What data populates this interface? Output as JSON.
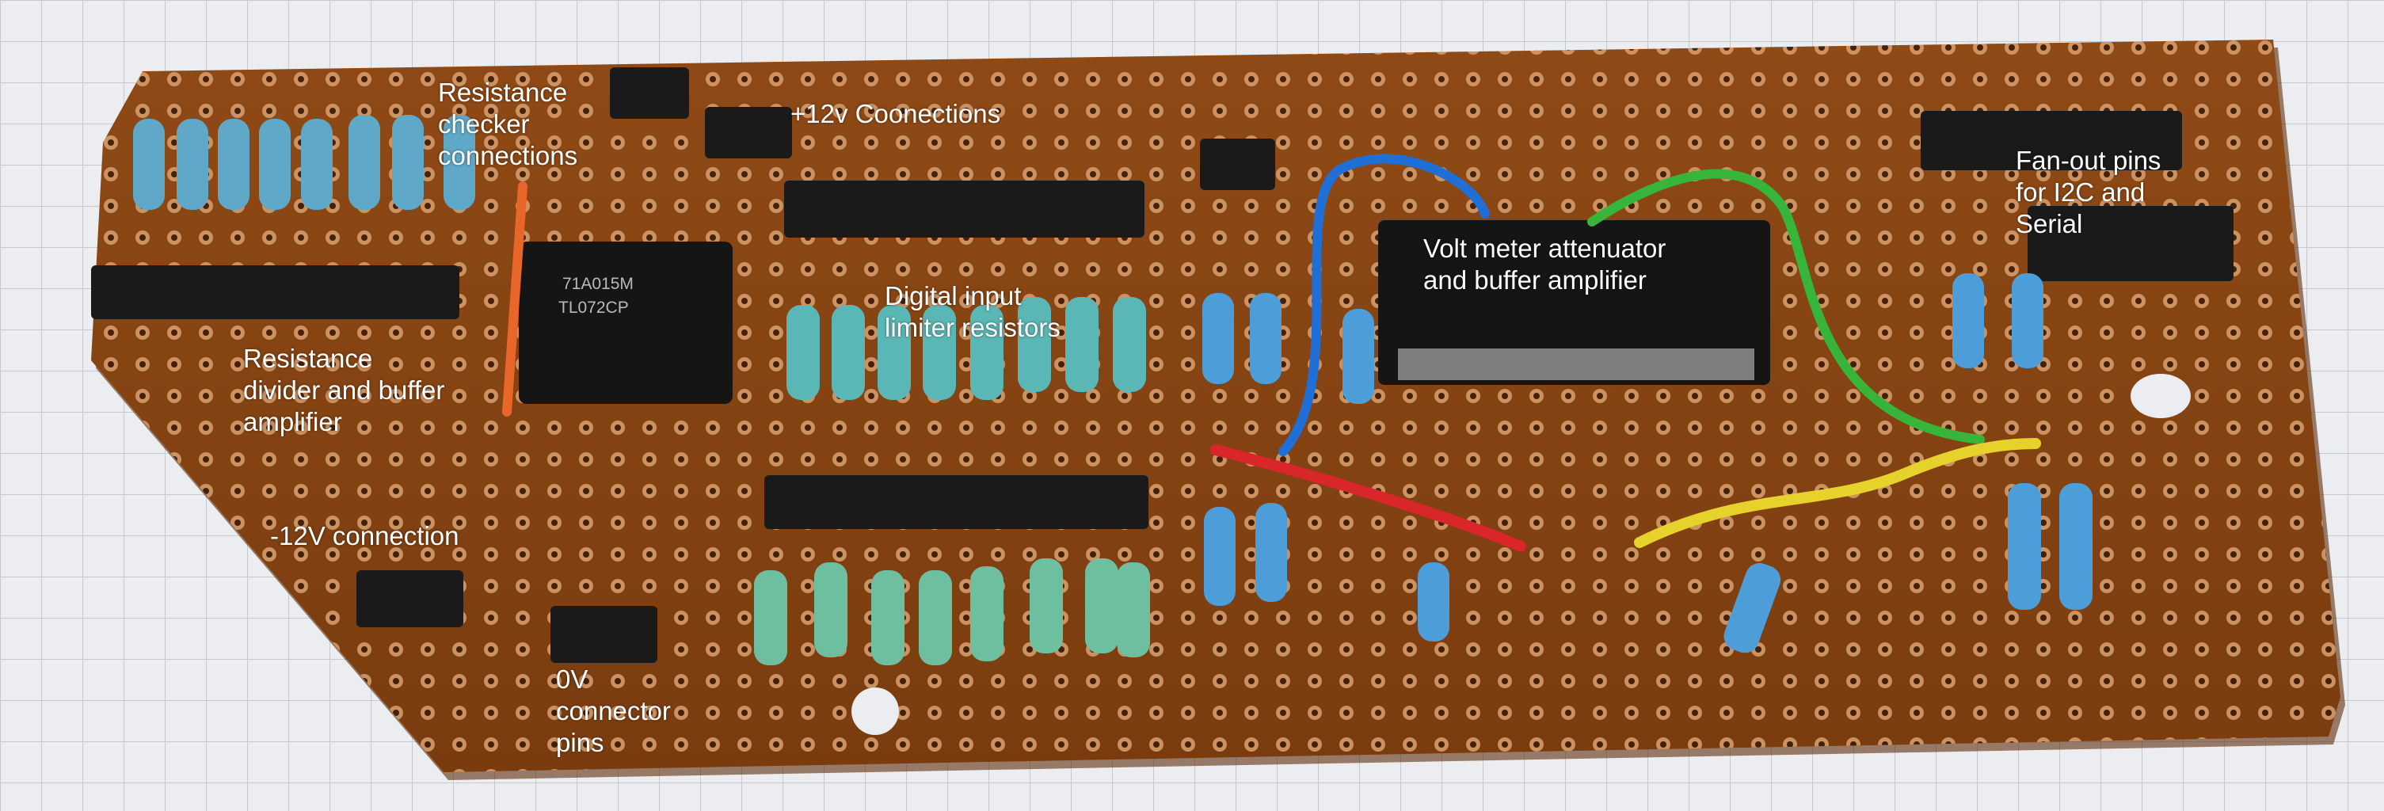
{
  "photo": {
    "subject": "perfboard",
    "colors": {
      "board": "#8a4513",
      "board_dark": "#5e2c0b",
      "background_paper": "#ecedf0",
      "grid_line": "#c8c9cd",
      "label_text": "#ffffff",
      "wire_blue": "#1f6fd6",
      "wire_green": "#37b43a",
      "wire_red": "#d8262a",
      "wire_yellow": "#e6d22a",
      "wire_orange": "#e8662a",
      "resistor_body": "#5fa8c8",
      "ic_body": "#151515"
    }
  },
  "chips": {
    "tl072": {
      "line1": "71A015M",
      "line2": "TL072CP"
    }
  },
  "labels": {
    "resistance_checker": {
      "line1": "Resistance",
      "line2": "checker",
      "line3": "connections"
    },
    "plus12v": {
      "line1": "+12v Coonections"
    },
    "fanout": {
      "line1": "Fan-out pins",
      "line2": "for I2C and",
      "line3": "Serial"
    },
    "voltmeter": {
      "line1": "Volt meter attenuator",
      "line2": "and buffer amplifier"
    },
    "digital_input": {
      "line1": "Digital input",
      "line2": "limiter resistors"
    },
    "resistance_divider": {
      "line1": "Resistance",
      "line2": "divider and buffer",
      "line3": "amplifier"
    },
    "minus12v": {
      "line1": "-12V connection"
    },
    "zero_v": {
      "line1": "0V",
      "line2": "connector",
      "line3": "pins"
    }
  }
}
